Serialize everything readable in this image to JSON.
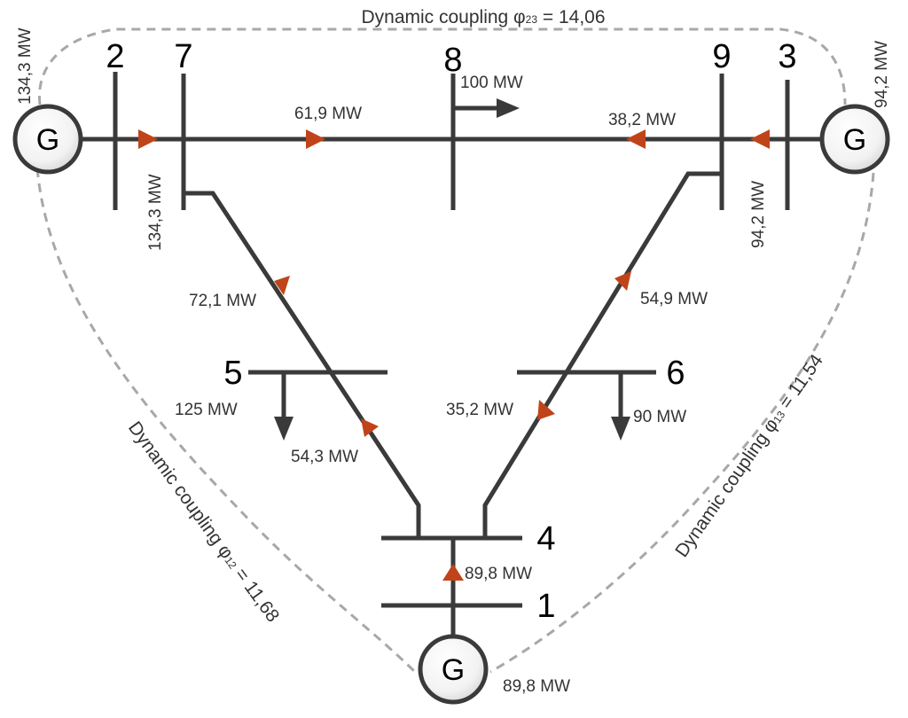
{
  "buses": {
    "b1": "1",
    "b2": "2",
    "b3": "3",
    "b4": "4",
    "b5": "5",
    "b6": "6",
    "b7": "7",
    "b8": "8",
    "b9": "9"
  },
  "generators": {
    "g1": "G",
    "g2": "G",
    "g3": "G"
  },
  "flows": {
    "gen2": "134,3 MW",
    "line27": "134,3 MW",
    "line78": "61,9 MW",
    "line98": "38,2 MW",
    "gen3": "94,2 MW",
    "line39": "94,2 MW",
    "line75": "72,1 MW",
    "line96": "54,9 MW",
    "line45": "54,3 MW",
    "line64": "35,2 MW",
    "line14": "89,8 MW",
    "gen1": "89,8 MW"
  },
  "loads": {
    "load8": "100 MW",
    "load5": "125 MW",
    "load6": "90 MW"
  },
  "couplings": {
    "c23_prefix": "Dynamic coupling φ",
    "c23_sub": "23",
    "c23_value": " = 14,06",
    "c12_prefix": "Dynamic coupling φ",
    "c12_sub": "12",
    "c12_value": " = 11,68",
    "c13_prefix": "Dynamic coupling φ",
    "c13_sub": "13",
    "c13_value": " = 11,54"
  },
  "colors": {
    "line": "#3a3a3a",
    "arrow": "#c0441a",
    "dashed": "#a8a8a8"
  }
}
